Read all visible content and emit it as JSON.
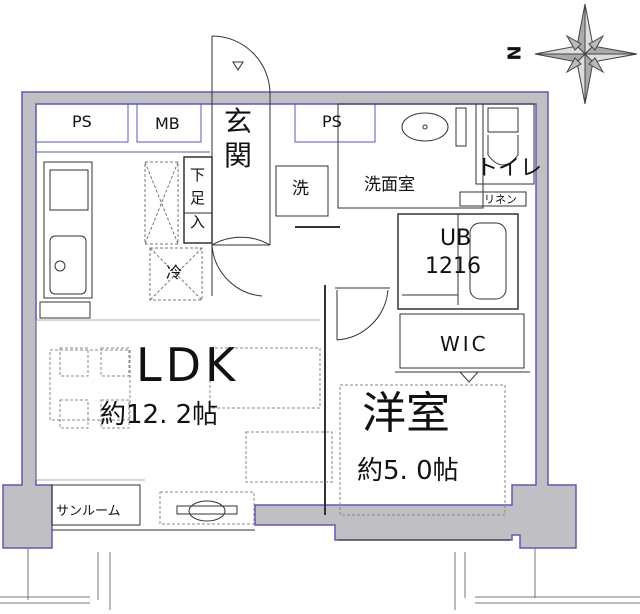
{
  "floorplan": {
    "colors": {
      "wall_fill": "#c0c0c4",
      "wall_outline": "#5a5ab4",
      "line": "#333333",
      "dashed": "#777777"
    },
    "compass": {
      "label": "N"
    },
    "rooms": {
      "ps_left": "PS",
      "mb": "MB",
      "entrance_1": "玄",
      "entrance_2": "関",
      "ps_right": "PS",
      "shoe_1": "下",
      "shoe_2": "足",
      "shoe_3": "入",
      "washer": "洗",
      "washroom": "洗面室",
      "toilet": "トイレ",
      "linen": "リネン",
      "ub_1": "UB",
      "ub_2": "1216",
      "fridge": "冷",
      "wic": "WIC",
      "ldk_name": "LDK",
      "ldk_size": "約12. 2帖",
      "western_name": "洋室",
      "western_size": "約5. 0帖",
      "sunroom": "サンルーム"
    }
  }
}
